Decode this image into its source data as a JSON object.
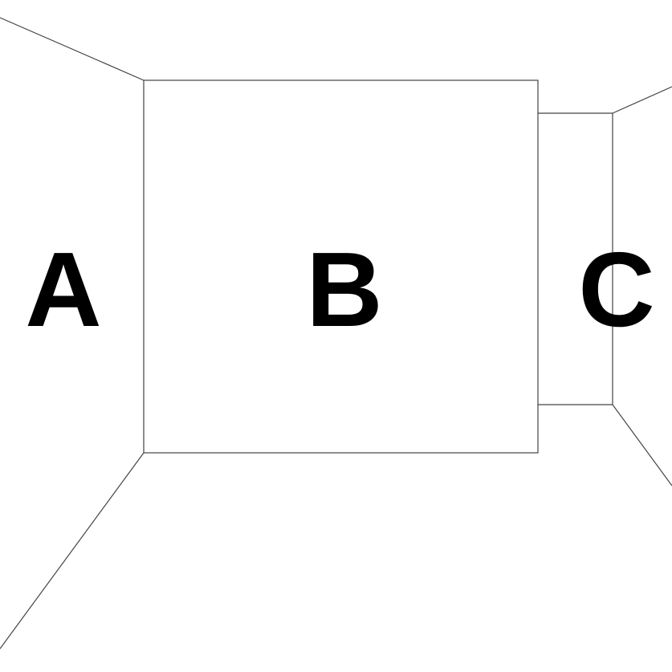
{
  "diagram": {
    "panels": [
      {
        "id": "A",
        "label": "A"
      },
      {
        "id": "B",
        "label": "B"
      },
      {
        "id": "C",
        "label": "C"
      }
    ],
    "colors": {
      "background": "#ffffff",
      "lines": "#444444",
      "text": "#000000"
    }
  }
}
